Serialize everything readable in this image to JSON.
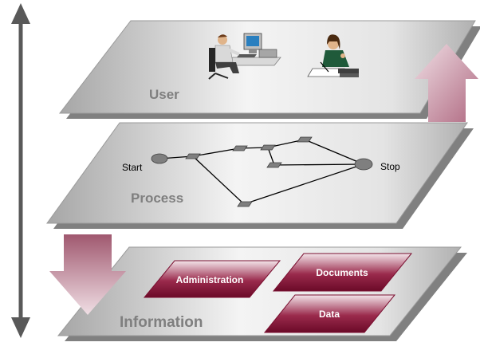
{
  "layers": {
    "user": {
      "label": "User"
    },
    "process": {
      "label": "Process",
      "start_label": "Start",
      "stop_label": "Stop"
    },
    "information": {
      "label": "Information",
      "items": [
        "Administration",
        "Documents",
        "Data"
      ]
    }
  },
  "colors": {
    "plane_light": "#f2f2f2",
    "plane_dark": "#a6a6a6",
    "plane_edge": "#7f7f7f",
    "plane_shadow": "#808080",
    "layer_label": "#7f7f7f",
    "box_dark": "#7a0f30",
    "box_light": "#f3e5ea",
    "box_text": "#ffffff",
    "arrow_dark": "#b06a82",
    "arrow_light": "#f0dfe5",
    "axis_arrow": "#595959",
    "node_fill": "#7f7f7f",
    "text_dark": "#000000"
  },
  "icons": [
    "computer-user-icon",
    "writing-person-icon"
  ]
}
